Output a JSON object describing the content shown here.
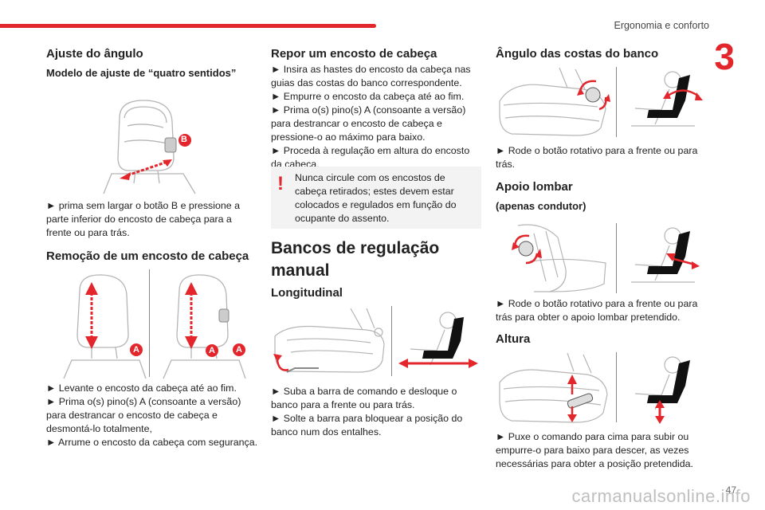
{
  "header": {
    "chapter_title": "Ergonomia e conforto",
    "chapter_number": "3"
  },
  "col1": {
    "s1_title": "Ajuste do ângulo",
    "s1_subtitle": "Modelo de ajuste de “quatro sentidos”",
    "s1_label_b": "B",
    "s1_text": "► prima sem largar o botão B e pressione a parte inferior do encosto de cabeça para a frente ou para trás.",
    "s2_title": "Remoção de um encosto de cabeça",
    "s2_label_a1": "A",
    "s2_label_a2": "A",
    "s2_label_a3": "A",
    "s2_lines": [
      "► Levante o encosto da cabeça até ao fim.",
      "► Prima o(s) pino(s) A (consoante a versão) para destrancar o encosto de cabeça e desmontá-lo totalmente,",
      "► Arrume o encosto da cabeça com segurança."
    ]
  },
  "col2": {
    "s3_title": "Repor um encosto de cabeça",
    "s3_lines": [
      "► Insira as hastes do encosto da cabeça nas guias das costas do banco correspondente.",
      "► Empurre o encosto da cabeça até ao fim.",
      "► Prima o(s) pino(s) A (consoante a versão) para destrancar o encosto de cabeça e pressione-o ao máximo para baixo.",
      "► Proceda à regulação em altura do encosto da cabeça."
    ],
    "warning_mark": "!",
    "warning_text": "Nunca circule com os encostos de cabeça retirados; estes devem estar colocados e regulados em função do ocupante do assento.",
    "s4_title": "Bancos de regulação manual",
    "s5_title": "Longitudinal",
    "s5_lines": [
      "► Suba a barra de comando e desloque o banco para a frente ou para trás.",
      "► Solte a barra para bloquear a posição do banco num dos entalhes."
    ]
  },
  "col3": {
    "s6_title": "Ângulo das costas do banco",
    "s6_text": "► Rode o botão rotativo para a frente ou para trás.",
    "s7_title": "Apoio lombar",
    "s7_subtitle": "(apenas condutor)",
    "s7_text": "► Rode o botão rotativo para a frente ou para trás para obter o apoio lombar pretendido.",
    "s8_title": "Altura",
    "s8_text": "► Puxe o comando para cima para subir ou empurre-o para baixo para descer, as vezes necessárias para obter a posição pretendida."
  },
  "footer": {
    "page_number": "47",
    "watermark": "carmanualsonline.info"
  },
  "colors": {
    "accent": "#e3262c",
    "warning_bg": "#f3f3f3",
    "line_art": "#b5b5b5"
  }
}
